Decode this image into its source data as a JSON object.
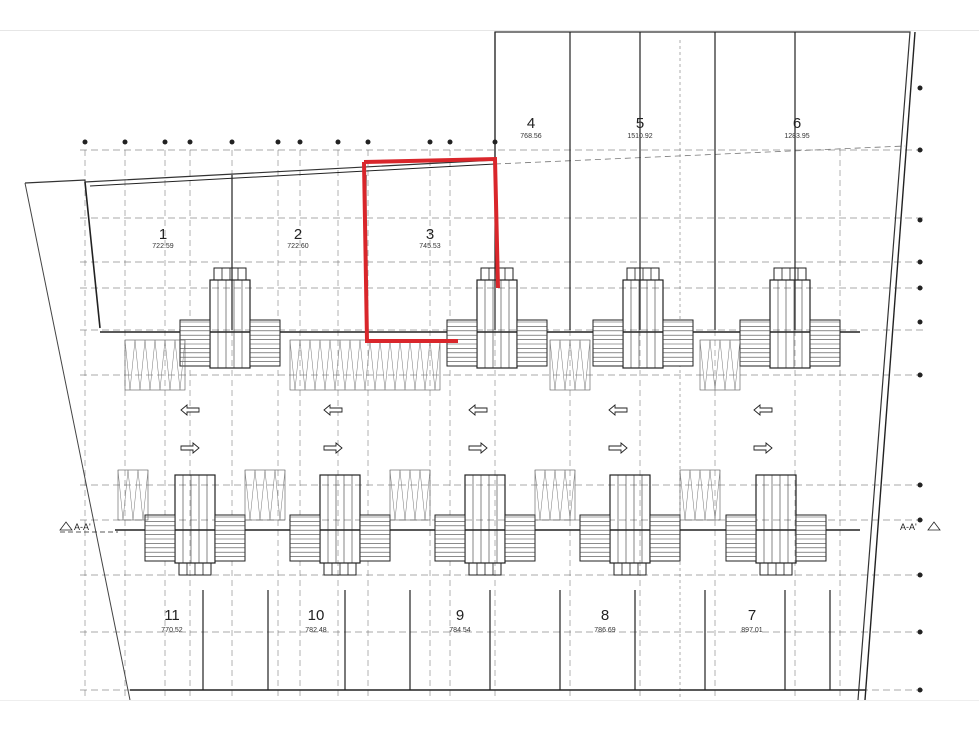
{
  "plan": {
    "section_marker_left": "A-A'",
    "section_marker_right": "A-A'",
    "highlight_color": "#d9262b",
    "selected_lot": "3",
    "lots_top": [
      {
        "number": "1",
        "area": "722.59"
      },
      {
        "number": "2",
        "area": "722.60"
      },
      {
        "number": "3",
        "area": "745.53"
      },
      {
        "number": "4",
        "area": "768.56"
      },
      {
        "number": "5",
        "area": "1510.92"
      },
      {
        "number": "6",
        "area": "1283.95"
      }
    ],
    "lots_bottom": [
      {
        "number": "11",
        "area": "770.52"
      },
      {
        "number": "10",
        "area": "782.48"
      },
      {
        "number": "9",
        "area": "784.54"
      },
      {
        "number": "8",
        "area": "786.69"
      },
      {
        "number": "7",
        "area": "897.01"
      }
    ]
  }
}
